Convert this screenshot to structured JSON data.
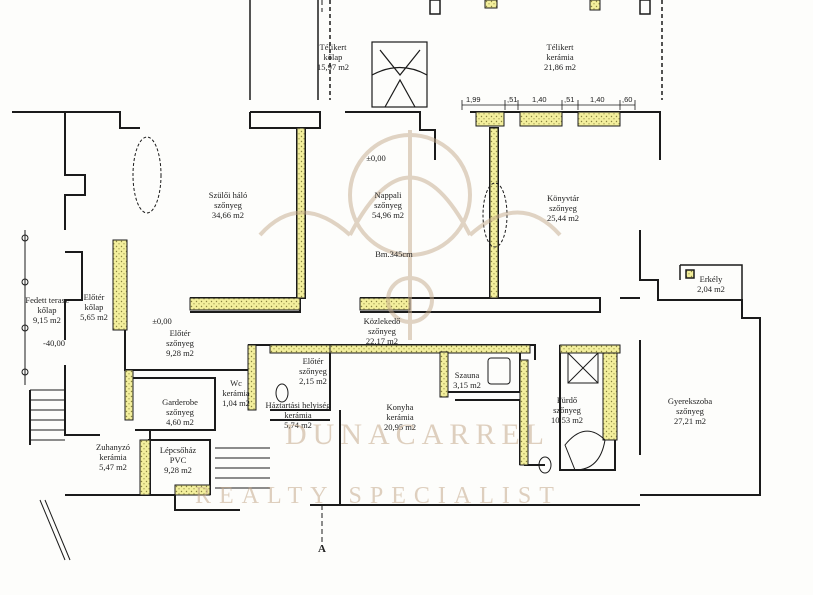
{
  "rooms": [
    {
      "id": "telikert-1",
      "name": "Télikert",
      "floor": "kőlap",
      "area": "15,97 m2"
    },
    {
      "id": "telikert-2",
      "name": "Télikert",
      "floor": "kerámia",
      "area": "21,86 m2"
    },
    {
      "id": "szuloi-halo",
      "name": "Szülői háló",
      "floor": "szőnyeg",
      "area": "34,66 m2"
    },
    {
      "id": "nappali",
      "name": "Nappali",
      "floor": "szőnyeg",
      "area": "54,96 m2"
    },
    {
      "id": "konyvtar",
      "name": "Könyvtár",
      "floor": "szőnyeg",
      "area": "25,44 m2"
    },
    {
      "id": "erkely",
      "name": "Erkély",
      "floor": "",
      "area": "2,04 m2"
    },
    {
      "id": "fedett-terasz",
      "name": "Fedett terasz",
      "floor": "kőlap",
      "area": "9,15 m2"
    },
    {
      "id": "eloter-kolap",
      "name": "Előtér",
      "floor": "kőlap",
      "area": "5,65 m2"
    },
    {
      "id": "eloter-szonyeg-1",
      "name": "Előtér",
      "floor": "szőnyeg",
      "area": "9,28 m2"
    },
    {
      "id": "kozlekedo",
      "name": "Közlekedő",
      "floor": "szőnyeg",
      "area": "22,17 m2"
    },
    {
      "id": "eloter-szonyeg-2",
      "name": "Előtér",
      "floor": "szőnyeg",
      "area": "2,15 m2"
    },
    {
      "id": "wc",
      "name": "Wc",
      "floor": "kerámia",
      "area": "1,04 m2"
    },
    {
      "id": "gardrobe",
      "name": "Garderobe",
      "floor": "szőnyeg",
      "area": "4,60 m2"
    },
    {
      "id": "haztartasi",
      "name": "Háztartási helyiség",
      "floor": "kerámia",
      "area": "5,74 m2"
    },
    {
      "id": "konyha",
      "name": "Konyha",
      "floor": "kerámia",
      "area": "20,95 m2"
    },
    {
      "id": "szauna",
      "name": "Szauna",
      "floor": "",
      "area": "3,15 m2"
    },
    {
      "id": "furdo",
      "name": "Fürdő",
      "floor": "szőnyeg",
      "area": "10,53 m2"
    },
    {
      "id": "gyerekszoba",
      "name": "Gyerekszoba",
      "floor": "szőnyeg",
      "area": "27,21 m2"
    },
    {
      "id": "zuhanyzo",
      "name": "Zuhanyzó",
      "floor": "kerámia",
      "area": "5,47 m2"
    },
    {
      "id": "lepcsohaz",
      "name": "Lépcsőház",
      "floor": "PVC",
      "area": "9,28 m2"
    }
  ],
  "annotations": {
    "level_nappali": "±0,00",
    "level_eloter": "±0,00",
    "level_terasz": "-40,00",
    "ceiling": "Bm.345cm",
    "section_marker": "A",
    "dim_1": "1,99",
    "dim_2": ",51",
    "dim_3": "1,40",
    "dim_4": ",51",
    "dim_5": "1,40",
    "dim_6": ",60"
  },
  "watermark": {
    "brand": "DUNACARREL",
    "tagline": "REALTY SPECIALIST"
  },
  "colors": {
    "wall": "#1b1b1b",
    "insulation": "#f3ef9c",
    "watermark": "#c4aa8c"
  }
}
